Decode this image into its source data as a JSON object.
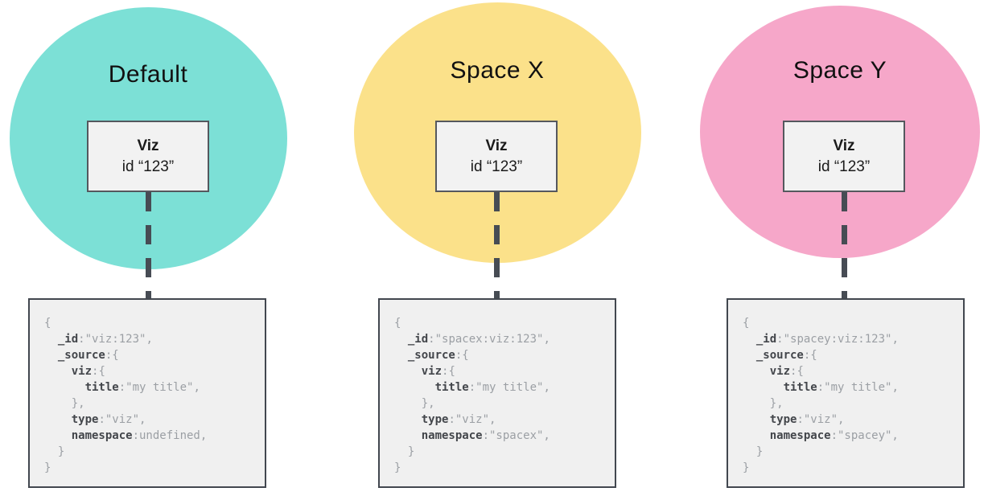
{
  "spaces": [
    {
      "label": "Default",
      "circle_color": "#7ce0d6",
      "viz_box": {
        "title": "Viz",
        "id_line": "id “123”"
      },
      "code_lines": [
        [
          {
            "t": "{"
          }
        ],
        [
          {
            "t": "  "
          },
          {
            "t": "_id",
            "k": true
          },
          {
            "t": ":\"viz:123\","
          }
        ],
        [
          {
            "t": "  "
          },
          {
            "t": "_source",
            "k": true
          },
          {
            "t": ":{"
          }
        ],
        [
          {
            "t": "    "
          },
          {
            "t": "viz",
            "k": true
          },
          {
            "t": ":{"
          }
        ],
        [
          {
            "t": "      "
          },
          {
            "t": "title",
            "k": true
          },
          {
            "t": ":\"my title\","
          }
        ],
        [
          {
            "t": "    },"
          }
        ],
        [
          {
            "t": "    "
          },
          {
            "t": "type",
            "k": true
          },
          {
            "t": ":\"viz\","
          }
        ],
        [
          {
            "t": "    "
          },
          {
            "t": "namespace",
            "k": true
          },
          {
            "t": ":undefined,"
          }
        ],
        [
          {
            "t": "  }"
          }
        ],
        [
          {
            "t": "}"
          }
        ]
      ]
    },
    {
      "label": "Space X",
      "circle_color": "#fbe18a",
      "viz_box": {
        "title": "Viz",
        "id_line": "id “123”"
      },
      "code_lines": [
        [
          {
            "t": "{"
          }
        ],
        [
          {
            "t": "  "
          },
          {
            "t": "_id",
            "k": true
          },
          {
            "t": ":\"spacex:viz:123\","
          }
        ],
        [
          {
            "t": "  "
          },
          {
            "t": "_source",
            "k": true
          },
          {
            "t": ":{"
          }
        ],
        [
          {
            "t": "    "
          },
          {
            "t": "viz",
            "k": true
          },
          {
            "t": ":{"
          }
        ],
        [
          {
            "t": "      "
          },
          {
            "t": "title",
            "k": true
          },
          {
            "t": ":\"my title\","
          }
        ],
        [
          {
            "t": "    },"
          }
        ],
        [
          {
            "t": "    "
          },
          {
            "t": "type",
            "k": true
          },
          {
            "t": ":\"viz\","
          }
        ],
        [
          {
            "t": "    "
          },
          {
            "t": "namespace",
            "k": true
          },
          {
            "t": ":\"spacex\","
          }
        ],
        [
          {
            "t": "  }"
          }
        ],
        [
          {
            "t": "}"
          }
        ]
      ]
    },
    {
      "label": "Space Y",
      "circle_color": "#f6a7c9",
      "viz_box": {
        "title": "Viz",
        "id_line": "id “123”"
      },
      "code_lines": [
        [
          {
            "t": "{"
          }
        ],
        [
          {
            "t": "  "
          },
          {
            "t": "_id",
            "k": true
          },
          {
            "t": ":\"spacey:viz:123\","
          }
        ],
        [
          {
            "t": "  "
          },
          {
            "t": "_source",
            "k": true
          },
          {
            "t": ":{"
          }
        ],
        [
          {
            "t": "    "
          },
          {
            "t": "viz",
            "k": true
          },
          {
            "t": ":{"
          }
        ],
        [
          {
            "t": "      "
          },
          {
            "t": "title",
            "k": true
          },
          {
            "t": ":\"my title\","
          }
        ],
        [
          {
            "t": "    },"
          }
        ],
        [
          {
            "t": "    "
          },
          {
            "t": "type",
            "k": true
          },
          {
            "t": ":\"viz\","
          }
        ],
        [
          {
            "t": "    "
          },
          {
            "t": "namespace",
            "k": true
          },
          {
            "t": ":\"spacey\","
          }
        ],
        [
          {
            "t": "  }"
          }
        ],
        [
          {
            "t": "}"
          }
        ]
      ]
    }
  ],
  "colors": {
    "default_circle": "#7ce0d6",
    "space_x_circle": "#fbe18a",
    "space_y_circle": "#f6a7c9",
    "viz_box_bg": "#f2f2f2",
    "viz_box_border": "#55585e",
    "code_block_bg": "#f0f0f0",
    "code_block_border": "#42474f",
    "connector": "#474c54",
    "code_key_text": "#43464b",
    "code_value_text": "#9b9fa4"
  }
}
